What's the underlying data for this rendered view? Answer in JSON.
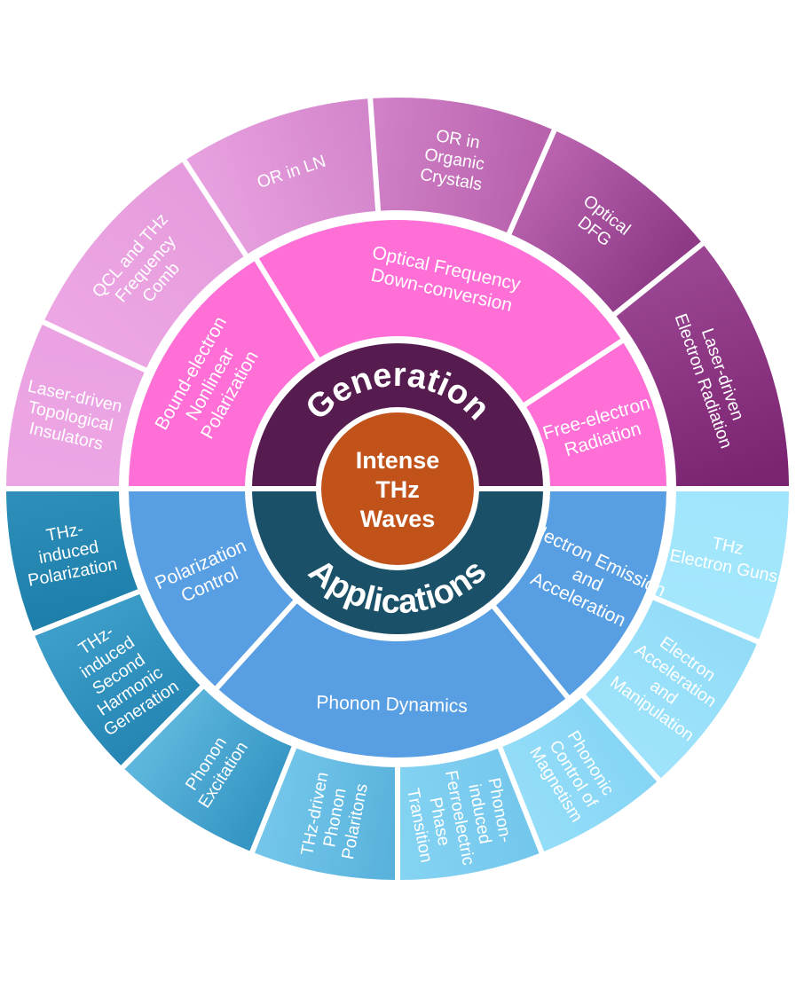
{
  "center": {
    "label_lines": [
      "Intense",
      "THz",
      "Waves"
    ],
    "color": "#C0521A"
  },
  "hemispheres": [
    {
      "key": "generation",
      "label": "Generation",
      "color": "#561C4F",
      "middle": [
        {
          "label_lines": [
            "Bound-electron",
            "Nonlinear",
            "Polarization"
          ],
          "color": "#FF6FD6",
          "span": [
            121.6,
            180
          ]
        },
        {
          "label_lines": [
            "Optical Frequency",
            "Down-conversion"
          ],
          "color": "#FF6FD6",
          "span": [
            33.4,
            121.6
          ]
        },
        {
          "label_lines": [
            "Free-electron",
            "Radiation"
          ],
          "color": "#FF6FD6",
          "span": [
            0,
            33.4
          ]
        }
      ],
      "outer": [
        {
          "label_lines": [
            "Laser-driven",
            "Topological",
            "Insulators"
          ],
          "color": "#EDA6E4",
          "color2": "#EAA2E2",
          "span": [
            154.8,
            180
          ]
        },
        {
          "label_lines": [
            "QCL and THz",
            "Frequency",
            "Comb"
          ],
          "color": "#EDA6E4",
          "color2": "#E59CDC",
          "span": [
            123,
            154.8
          ]
        },
        {
          "label_lines": [
            "OR in LN"
          ],
          "color": "#E7A0DF",
          "color2": "#D486CB",
          "span": [
            94,
            123
          ]
        },
        {
          "label_lines": [
            "OR in",
            "Organic",
            "Crystals"
          ],
          "color": "#D080C6",
          "color2": "#B862AE",
          "span": [
            66.4,
            94
          ]
        },
        {
          "label_lines": [
            "Optical",
            "DFG"
          ],
          "color": "#B862AE",
          "color2": "#8E3A86",
          "span": [
            38.8,
            66.4
          ]
        },
        {
          "label_lines": [
            "Laser-driven",
            "Electron Radiation"
          ],
          "color": "#9A4592",
          "color2": "#7A2371",
          "span": [
            0,
            38.8
          ]
        }
      ]
    },
    {
      "key": "applications",
      "label": "Applications",
      "color": "#1B5069",
      "middle": [
        {
          "label_lines": [
            "Polarization",
            "Control"
          ],
          "color": "#579EE2",
          "span": [
            180,
            227.8
          ]
        },
        {
          "label_lines": [
            "Phonon Dynamics"
          ],
          "color": "#579EE2",
          "span": [
            227.8,
            309.2
          ]
        },
        {
          "label_lines": [
            "Electron Emission",
            "and",
            "Acceleration"
          ],
          "color": "#579EE2",
          "span": [
            309.2,
            360
          ]
        }
      ],
      "outer": [
        {
          "label_lines": [
            "THz-",
            "induced",
            "Polarization"
          ],
          "color": "#1E7FAB",
          "color2": "#2D8EB9",
          "span": [
            180,
            201.7
          ]
        },
        {
          "label_lines": [
            "THz-",
            "induced",
            "Second",
            "Harmonic",
            "Generation"
          ],
          "color": "#2686B4",
          "color2": "#3E9ECA",
          "span": [
            201.7,
            225.4
          ]
        },
        {
          "label_lines": [
            "Phonon",
            "Excitation"
          ],
          "color": "#3595C3",
          "color2": "#5DB6DD",
          "span": [
            225.4,
            248.2
          ]
        },
        {
          "label_lines": [
            "THz-driven",
            "Phonon",
            "Polaritons"
          ],
          "color": "#59B2DC",
          "color2": "#73C6EA",
          "span": [
            248.2,
            270
          ]
        },
        {
          "label_lines": [
            "Phonon-",
            "induced",
            "Ferroelectric",
            "Phase",
            "Transition"
          ],
          "color": "#74C7EC",
          "color2": "#84D3F3",
          "span": [
            270,
            291.6
          ]
        },
        {
          "label_lines": [
            "Phononic",
            "Control of",
            "Magnetism"
          ],
          "color": "#86D5F5",
          "color2": "#94DDF8",
          "span": [
            291.6,
            311.9
          ]
        },
        {
          "label_lines": [
            "Electron",
            "Acceleration",
            "and",
            "Manipulation"
          ],
          "color": "#93DCF8",
          "color2": "#9EE3FB",
          "span": [
            311.9,
            337
          ]
        },
        {
          "label_lines": [
            "THz",
            "Electron Guns"
          ],
          "color": "#A0E5FC",
          "color2": "#A4E7FD",
          "span": [
            337,
            360
          ]
        }
      ]
    }
  ]
}
